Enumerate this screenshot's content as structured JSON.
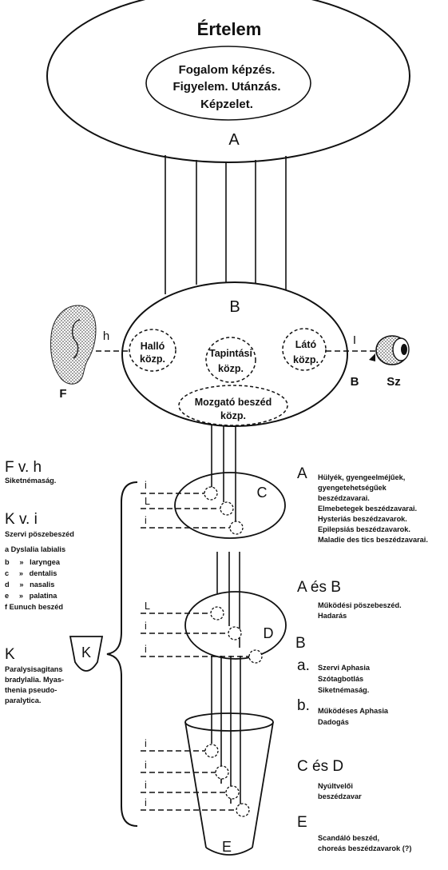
{
  "top_ellipse": {
    "title": "Értelem",
    "inner_lines": [
      "Fogalom képzés.",
      "Figyelem. Utánzás.",
      "Képzelet."
    ],
    "label": "A"
  },
  "center_b": {
    "label": "B",
    "hallo_lines": [
      "Halló",
      "közp."
    ],
    "tapintasi_lines": [
      "Tapintási",
      "közp."
    ],
    "lato_lines": [
      "Látó",
      "közp."
    ],
    "mozgato_lines": [
      "Mozgató beszéd",
      "közp."
    ]
  },
  "ear": {
    "letter_h": "h",
    "letter_f": "F"
  },
  "eye": {
    "letter_i": "I",
    "letter_b": "B",
    "letter_sz": "Sz"
  },
  "centers": {
    "c": "C",
    "d": "D",
    "e": "E",
    "k_badge": "K"
  },
  "branch_labels": {
    "c": [
      "i",
      "L",
      "i"
    ],
    "d": [
      "L",
      "i",
      "i"
    ],
    "e": [
      "i",
      "i",
      "i",
      "i"
    ]
  },
  "left": {
    "fvh": {
      "head": "F v. h",
      "lines": [
        "Siketnémaság."
      ]
    },
    "kvi": {
      "head": "K v. i",
      "lines": [
        "Szervi pöszebeszéd",
        "a Dyslalia labialis",
        "b     »   laryngea",
        "c     »   dentalis",
        "d     »   nasalis",
        "e     »   palatina",
        "f Eunuch beszéd"
      ]
    },
    "k": {
      "head": "K",
      "lines": [
        "Paralysisagitans",
        "bradylalia. Myas-",
        "thenia pseudo-",
        "paralytica."
      ]
    }
  },
  "right": {
    "a": {
      "head": "A",
      "lines": [
        "Hülyék, gyengeelméjűek,",
        "gyengetehetségűek",
        "beszédzavarai.",
        "Elmebetegek beszédzavarai.",
        "Hysteriás beszédzavarok.",
        "Epilepsiás beszédzavarok.",
        "Maladie des tics beszédzavarai."
      ]
    },
    "ab": {
      "head": "A és B",
      "lines": [
        "Működési pöszebeszéd.",
        "Hadarás"
      ]
    },
    "b": {
      "head": "B"
    },
    "ba": {
      "head": "a.",
      "lines": [
        "Szervi Aphasia",
        "Szótagbotlás",
        "Siketnémaság."
      ]
    },
    "bb": {
      "head": "b.",
      "lines": [
        "Működéses Aphasia",
        "Dadogás"
      ]
    },
    "cd": {
      "head": "C és D",
      "lines": [
        "Nyúltvelői",
        "beszédzavar"
      ]
    },
    "e": {
      "head": "E",
      "lines": [
        "Scandáló beszéd,",
        "choreás beszédzavarok (?)"
      ]
    }
  }
}
